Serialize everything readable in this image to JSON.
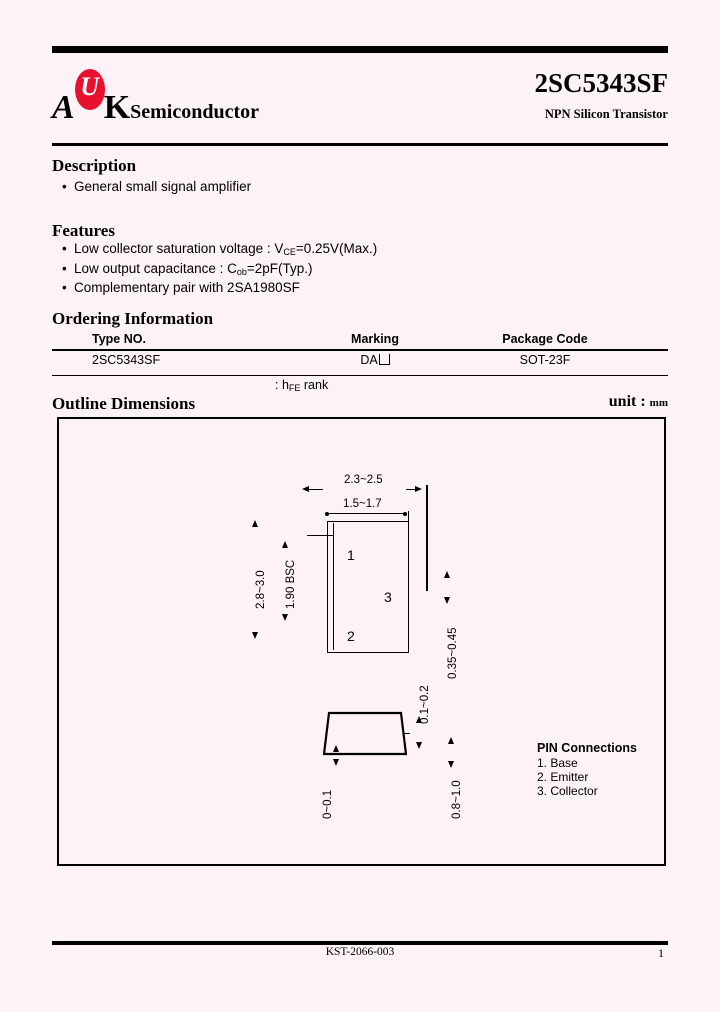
{
  "document": {
    "background_color": "#fdf2f8",
    "accent_color": "#e8112d"
  },
  "header": {
    "logo": {
      "letter_a": "A",
      "letter_u": "U",
      "letter_k": "K",
      "wordmark": "Semiconductor"
    },
    "part_number": "2SC5343SF",
    "subtitle": "NPN Silicon Transistor"
  },
  "description": {
    "title": "Description",
    "items": [
      "General small signal amplifier"
    ]
  },
  "features": {
    "title": "Features",
    "items": [
      {
        "prefix": "Low collector saturation voltage : V",
        "sub": "CE",
        "suffix": "=0.25V(Max.)"
      },
      {
        "prefix": "Low output capacitance : C",
        "sub": "ob",
        "suffix": "=2pF(Typ.)"
      },
      {
        "prefix": "Complementary pair with 2SA1980SF",
        "sub": "",
        "suffix": ""
      }
    ]
  },
  "ordering": {
    "title": "Ordering Information",
    "columns": [
      "Type NO.",
      "Marking",
      "Package Code"
    ],
    "rows": [
      {
        "type_no": "2SC5343SF",
        "marking": "DA",
        "package_code": "SOT-23F"
      }
    ],
    "note_prefix": ": h",
    "note_sub": "FE",
    "note_suffix": " rank"
  },
  "outline": {
    "title": "Outline Dimensions",
    "unit_label": "unit :",
    "unit_value": "mm",
    "dimensions": {
      "top_overall_width": "2.3~2.5",
      "body_width": "1.5~1.7",
      "overall_height": "2.8~3.0",
      "pin_pitch": "1.90 BSC",
      "lead_thickness": "0.35~0.45",
      "standoff": "0.1~0.2",
      "coplanarity": "0~0.1",
      "lead_length": "0.8~1.0"
    },
    "pin_labels": [
      "1",
      "3",
      "2"
    ],
    "pin_connections": {
      "title": "PIN Connections",
      "items": [
        "1. Base",
        "2. Emitter",
        "3. Collector"
      ]
    }
  },
  "footer": {
    "code": "KST-2066-003",
    "page": "1"
  }
}
